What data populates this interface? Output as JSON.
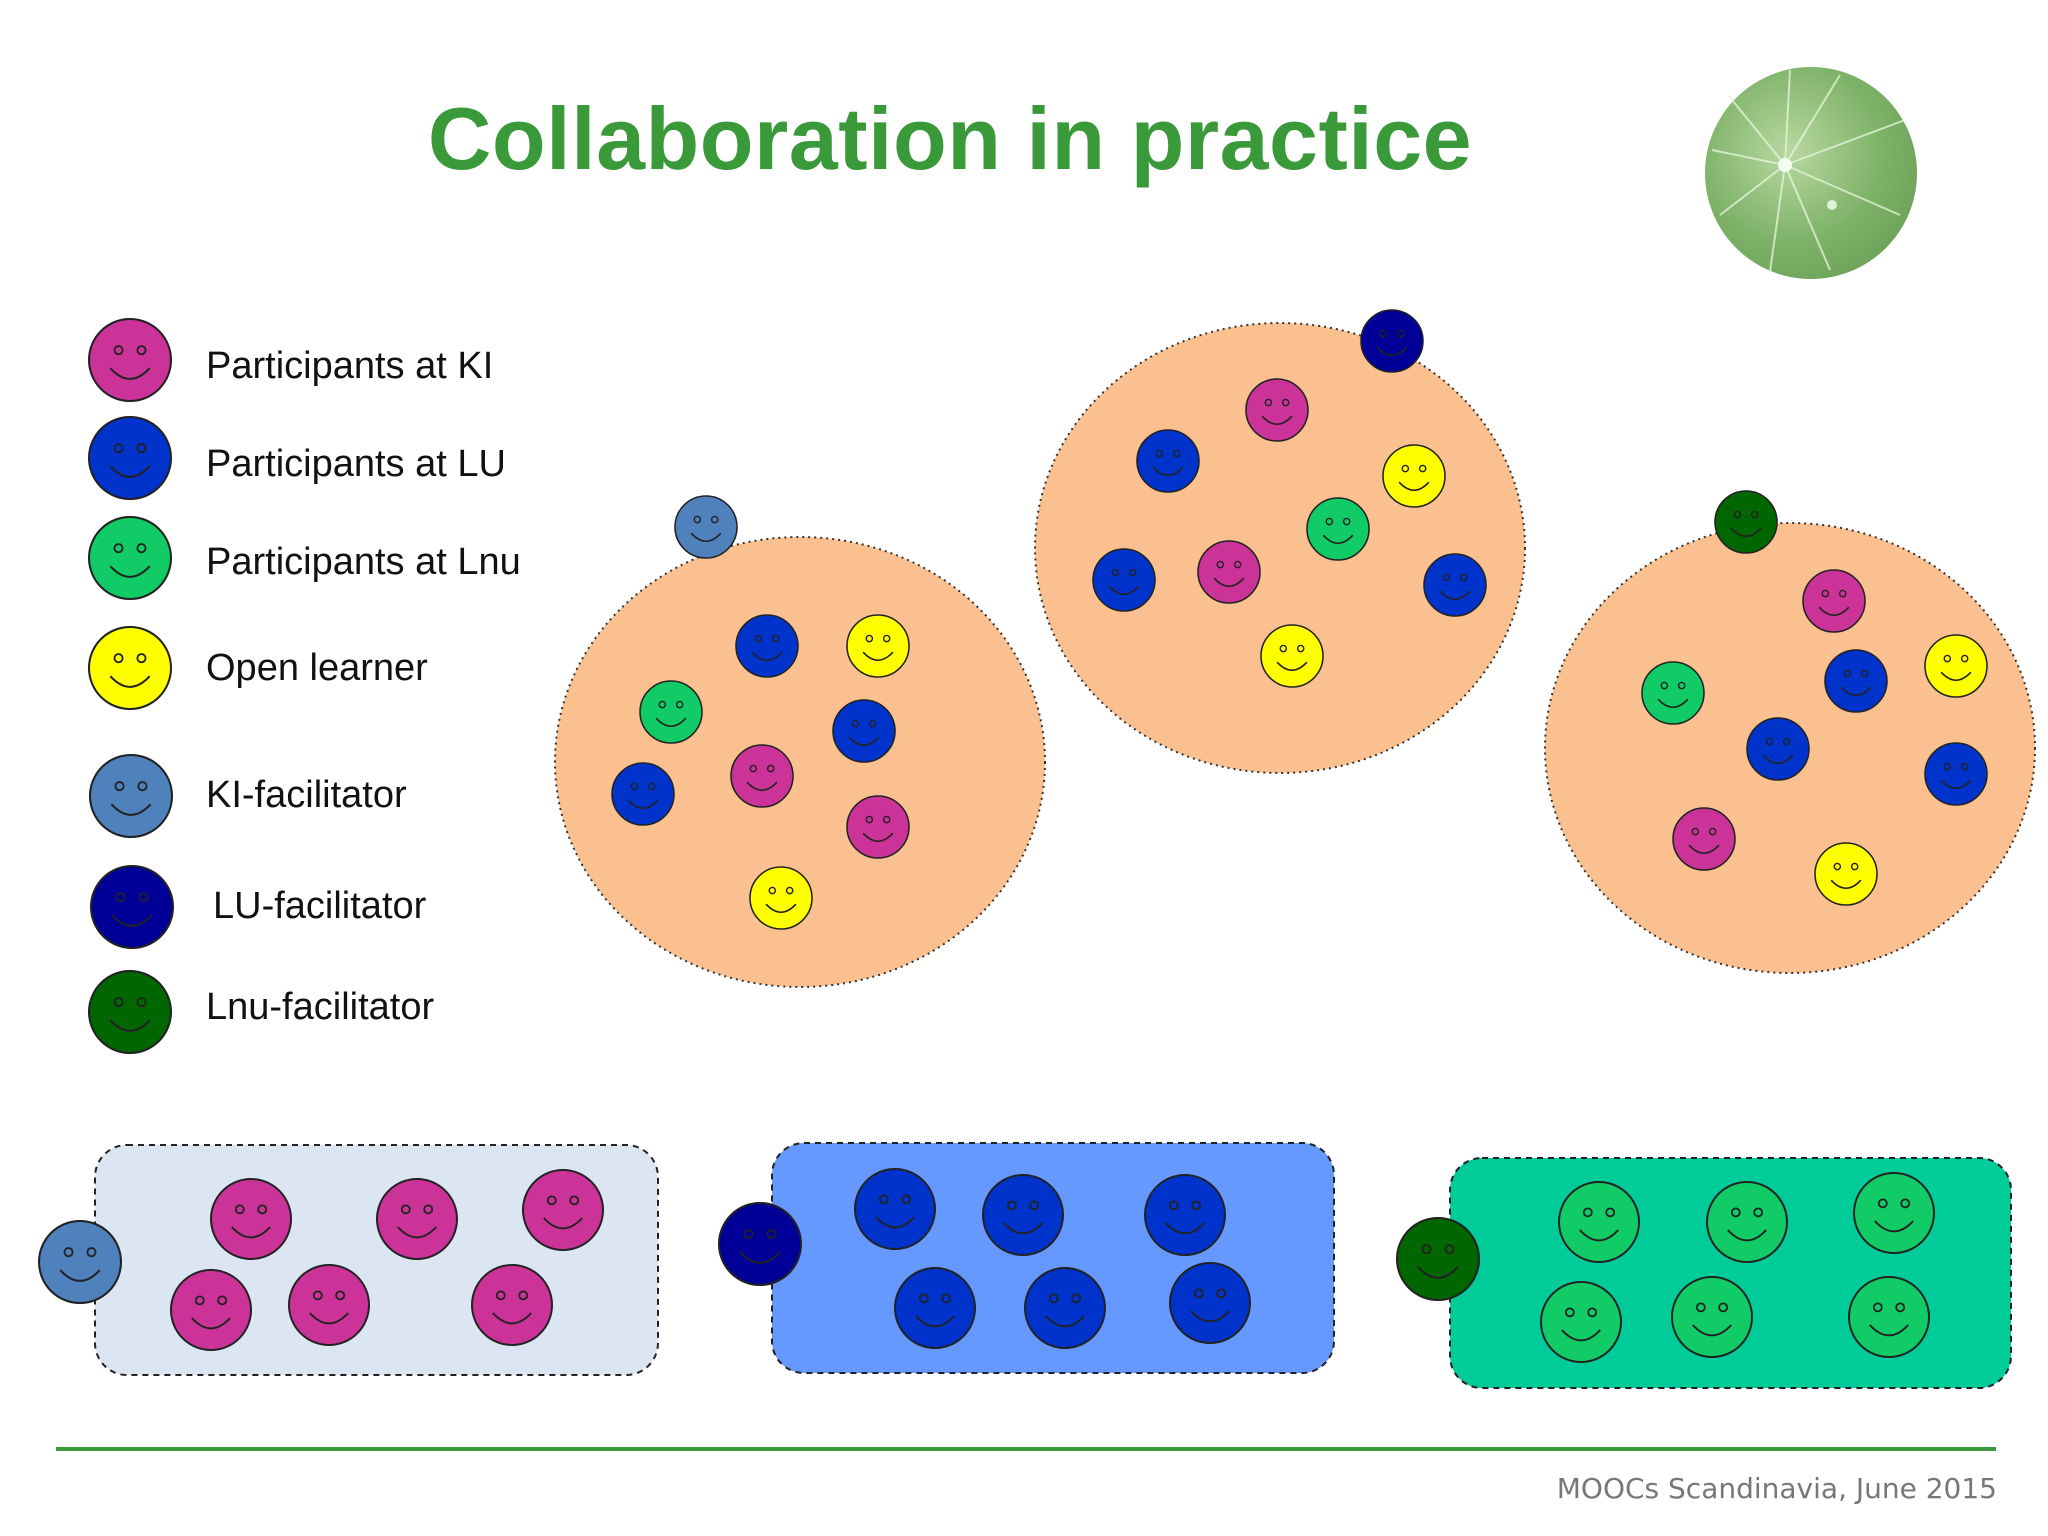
{
  "title": "Collaboration in practice",
  "footer": "MOOCs Scandinavia, June 2015",
  "colors": {
    "title": "#3a9a3a",
    "ki_participant": "#cc3399",
    "lu_participant": "#0033cc",
    "lnu_participant": "#11cc66",
    "open_learner": "#ffff00",
    "ki_facilitator": "#4f81bd",
    "lu_facilitator": "#000099",
    "lnu_facilitator": "#006600",
    "group_fill": "#fac090",
    "ki_box": "#dce6f2",
    "lu_box": "#6699ff",
    "lnu_box": "#00cc99"
  },
  "legend": [
    {
      "label": "Participants at KI",
      "color": "#cc3399"
    },
    {
      "label": "Participants at LU",
      "color": "#0033cc"
    },
    {
      "label": "Participants at Lnu",
      "color": "#11cc66"
    },
    {
      "label": "Open learner",
      "color": "#ffff00"
    },
    {
      "label": "KI-facilitator",
      "color": "#4f81bd"
    },
    {
      "label": "LU-facilitator",
      "color": "#000099"
    },
    {
      "label": "Lnu-facilitator",
      "color": "#006600"
    }
  ],
  "mixed_groups": [
    {
      "facilitator": "KI-facilitator",
      "members": [
        "LU",
        "Open learner",
        "Lnu",
        "LU",
        "LU",
        "KI",
        "KI",
        "Open learner"
      ]
    },
    {
      "facilitator": "LU-facilitator",
      "members": [
        "KI",
        "LU",
        "Open learner",
        "Lnu",
        "LU",
        "KI",
        "LU",
        "Open learner"
      ]
    },
    {
      "facilitator": "Lnu-facilitator",
      "members": [
        "KI",
        "Lnu",
        "LU",
        "Open learner",
        "LU",
        "LU",
        "KI",
        "Open learner"
      ]
    }
  ],
  "home_groups": [
    {
      "facilitator": "KI-facilitator",
      "members": [
        "KI",
        "KI",
        "KI",
        "KI",
        "KI",
        "KI"
      ]
    },
    {
      "facilitator": "LU-facilitator",
      "members": [
        "LU",
        "LU",
        "LU",
        "LU",
        "LU",
        "LU"
      ]
    },
    {
      "facilitator": "Lnu-facilitator",
      "members": [
        "Lnu",
        "Lnu",
        "Lnu",
        "Lnu",
        "Lnu",
        "Lnu"
      ]
    }
  ]
}
